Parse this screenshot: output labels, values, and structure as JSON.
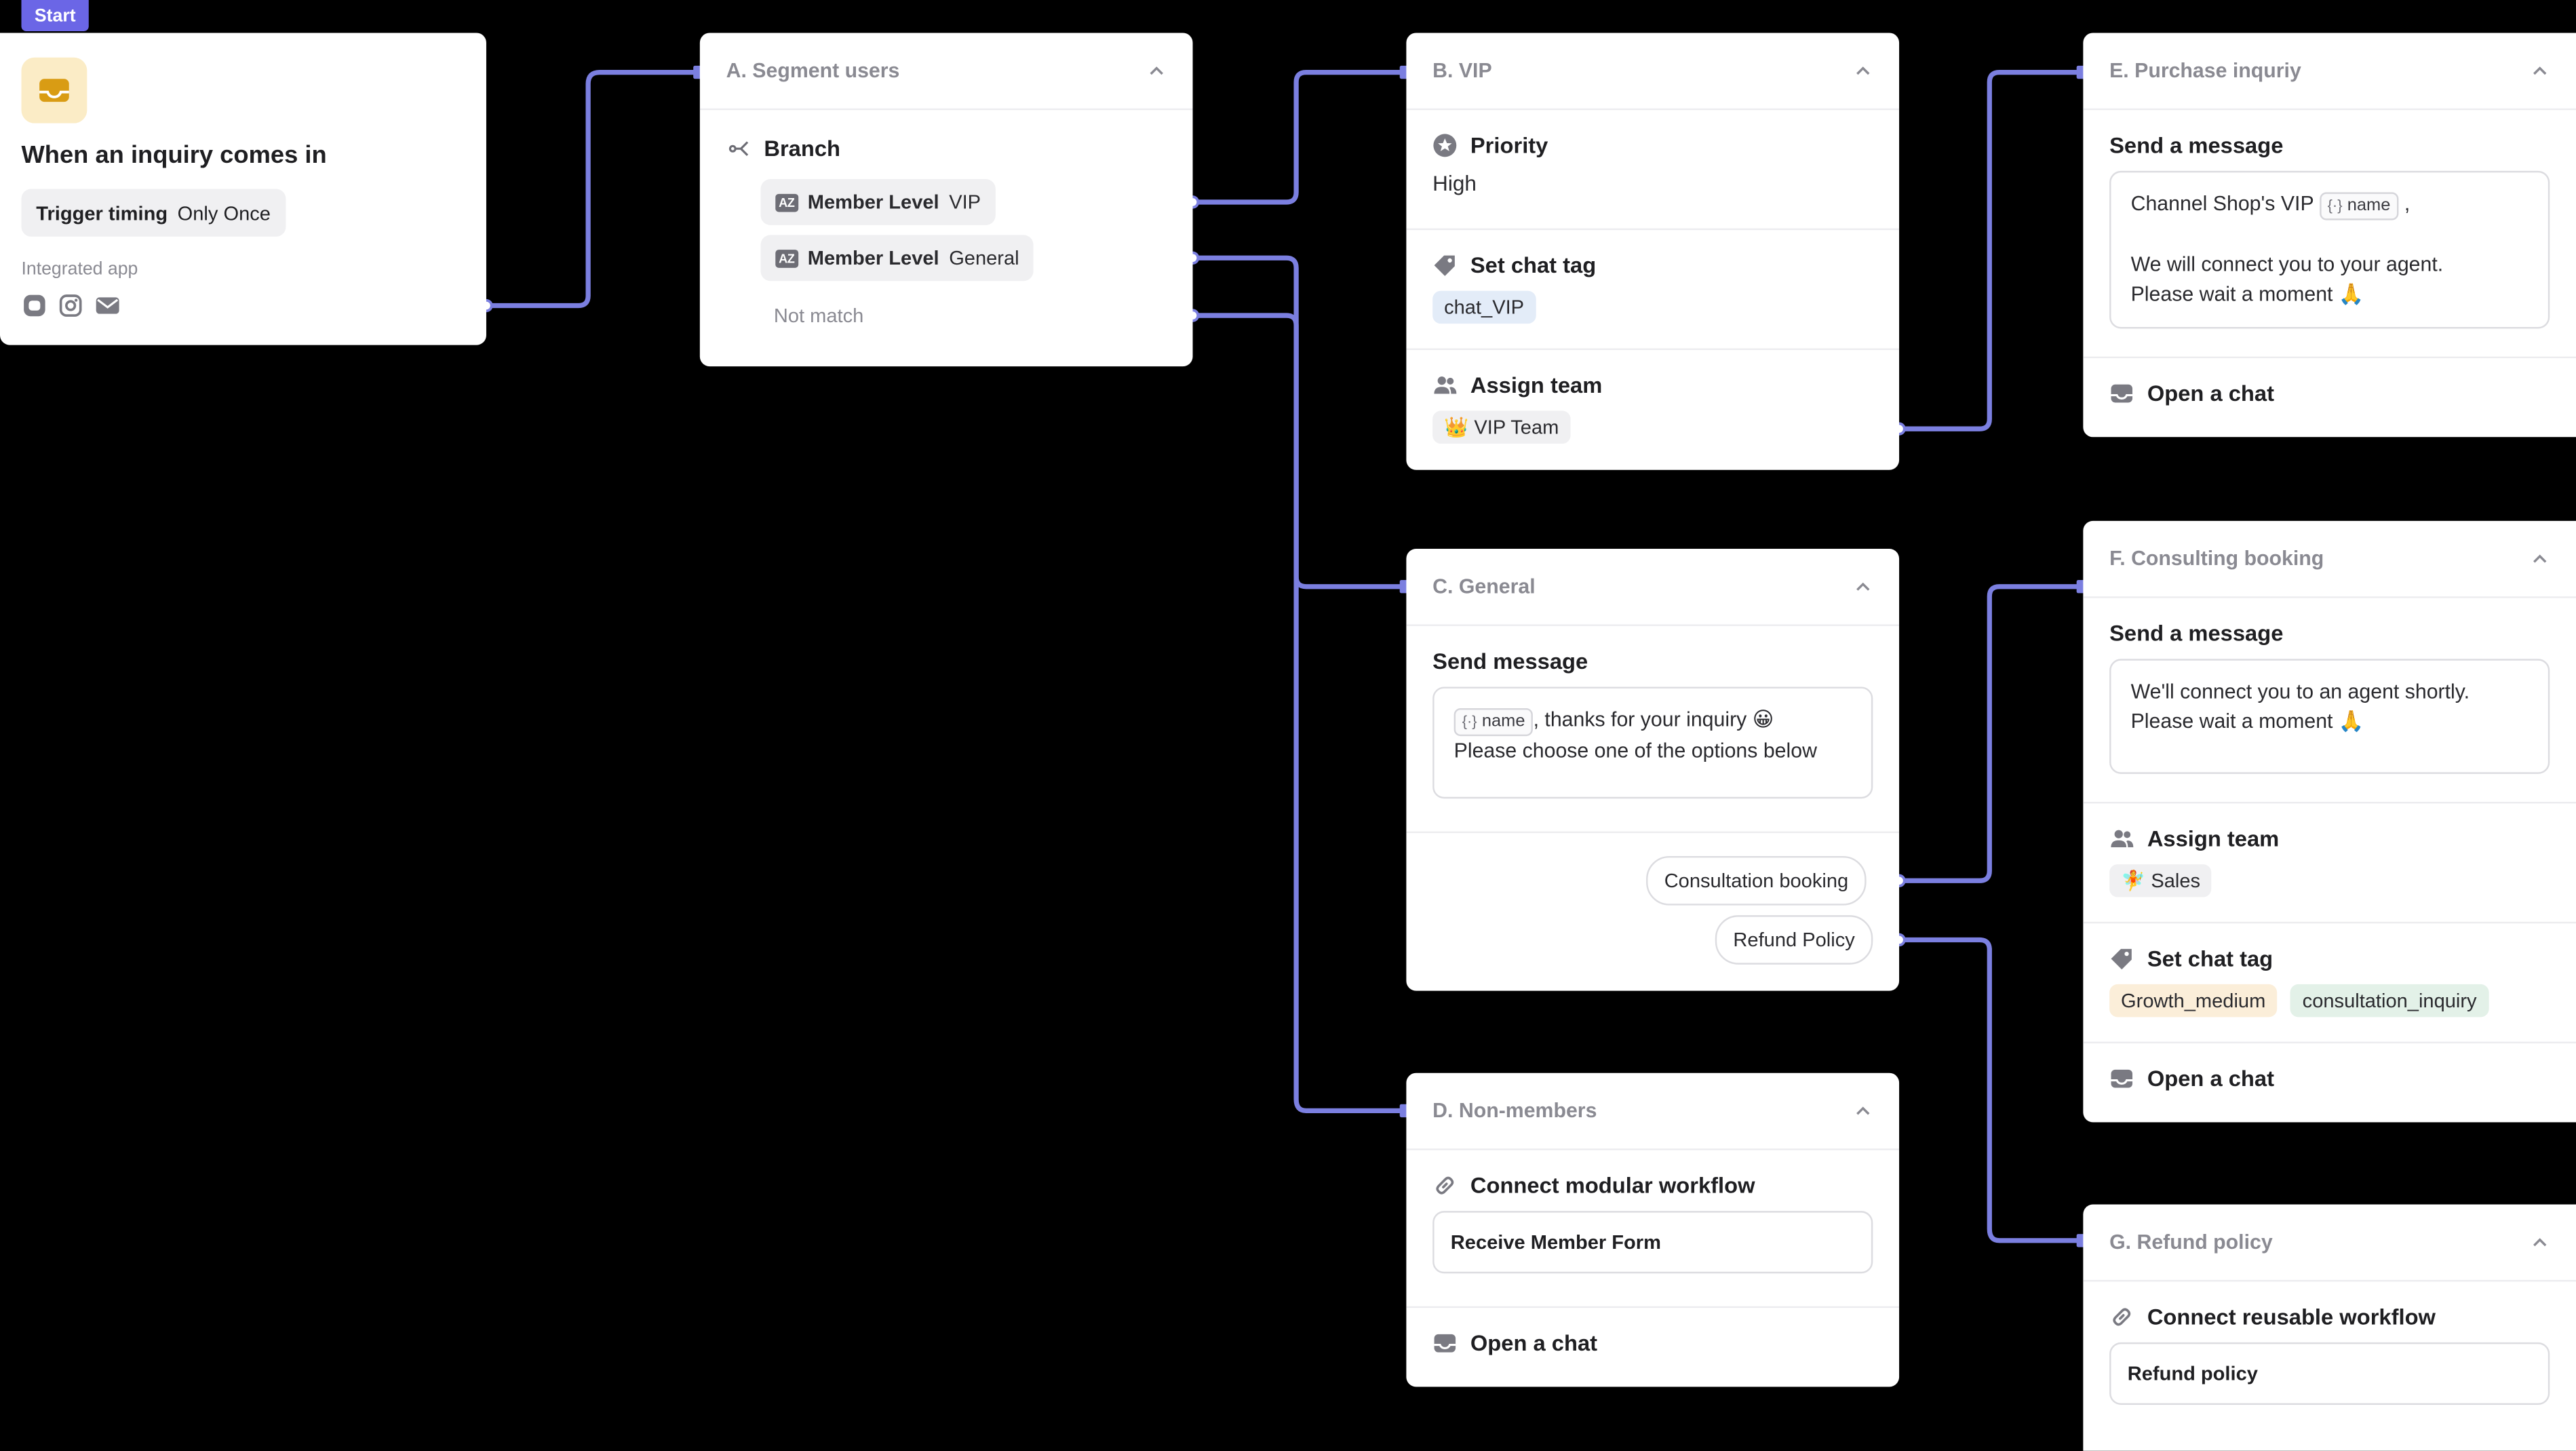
{
  "start": {
    "tag": "Start",
    "title": "When an inquiry comes in",
    "trigger_label": "Trigger timing",
    "trigger_value": "Only Once",
    "integrated_label": "Integrated app",
    "apps": [
      "chat-app-icon",
      "instagram-icon",
      "mail-icon"
    ]
  },
  "segment": {
    "title": "A. Segment users",
    "branch_label": "Branch",
    "options": [
      {
        "key": "Member Level",
        "value": "VIP"
      },
      {
        "key": "Member Level",
        "value": "General"
      }
    ],
    "not_match": "Not match"
  },
  "vip": {
    "title": "B. VIP",
    "priority_label": "Priority",
    "priority_value": "High",
    "tag_label": "Set chat tag",
    "tag_value": "chat_VIP",
    "team_label": "Assign team",
    "team_value": "👑 VIP Team"
  },
  "general": {
    "title": "C. General",
    "send_label": "Send message",
    "var_name": "name",
    "msg_line1": ", thanks for your inquiry 😀",
    "msg_line2": "Please choose one of the options below",
    "button1": "Consultation booking",
    "button2": "Refund Policy"
  },
  "nonmembers": {
    "title": "D. Non-members",
    "connect_label": "Connect modular workflow",
    "workflow": "Receive Member Form",
    "open_label": "Open a chat"
  },
  "purchase": {
    "title": "E. Purchase inquriy",
    "send_label": "Send a message",
    "msg_pre": "Channel Shop's VIP",
    "var_name": "name",
    "msg_post": ",",
    "msg_line2": "We will connect you to your agent.",
    "msg_line3": "Please wait a moment 🙏",
    "open_label": "Open a chat"
  },
  "consulting": {
    "title": "F. Consulting booking",
    "send_label": "Send a message",
    "msg_line1": "We'll connect you to an agent shortly.",
    "msg_line2": "Please wait a moment 🙏",
    "team_label": "Assign team",
    "team_value": "🧚 Sales",
    "tag_label": "Set chat tag",
    "tag1": "Growth_medium",
    "tag2": "consultation_inquiry",
    "open_label": "Open a chat"
  },
  "refund": {
    "title": "G. Refund policy",
    "connect_label": "Connect reusable workflow",
    "workflow": "Refund policy"
  },
  "colors": {
    "wire": "#7b7fe0",
    "start_tag": "#6b66e6",
    "card": "#ffffff",
    "canvas": "#000000"
  }
}
